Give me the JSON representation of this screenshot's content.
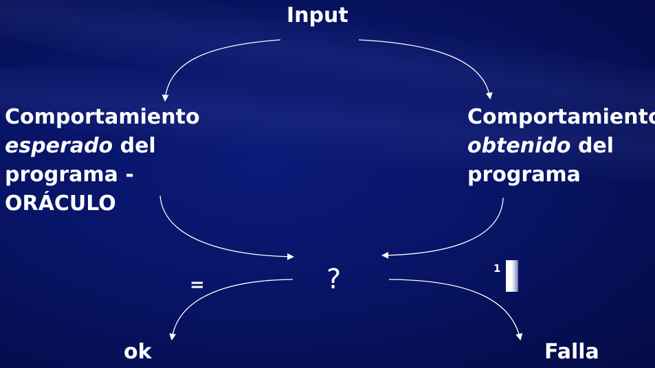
{
  "nodes": {
    "input": "Input",
    "expected": {
      "line1": "Comportamiento",
      "line2_italic": "esperado",
      "line2_rest": " del",
      "line3": "programa -",
      "line4": "ORÁCULO"
    },
    "obtained": {
      "line1": "Comportamiento",
      "line2_italic": "obtenido",
      "line2_rest": " del",
      "line3": "programa"
    },
    "compare": "?",
    "ok": "ok",
    "fail": "Falla"
  },
  "edge_labels": {
    "equal": "=",
    "not_equal_sup": "1"
  },
  "colors": {
    "background": "#081466",
    "text": "#ffffff"
  }
}
